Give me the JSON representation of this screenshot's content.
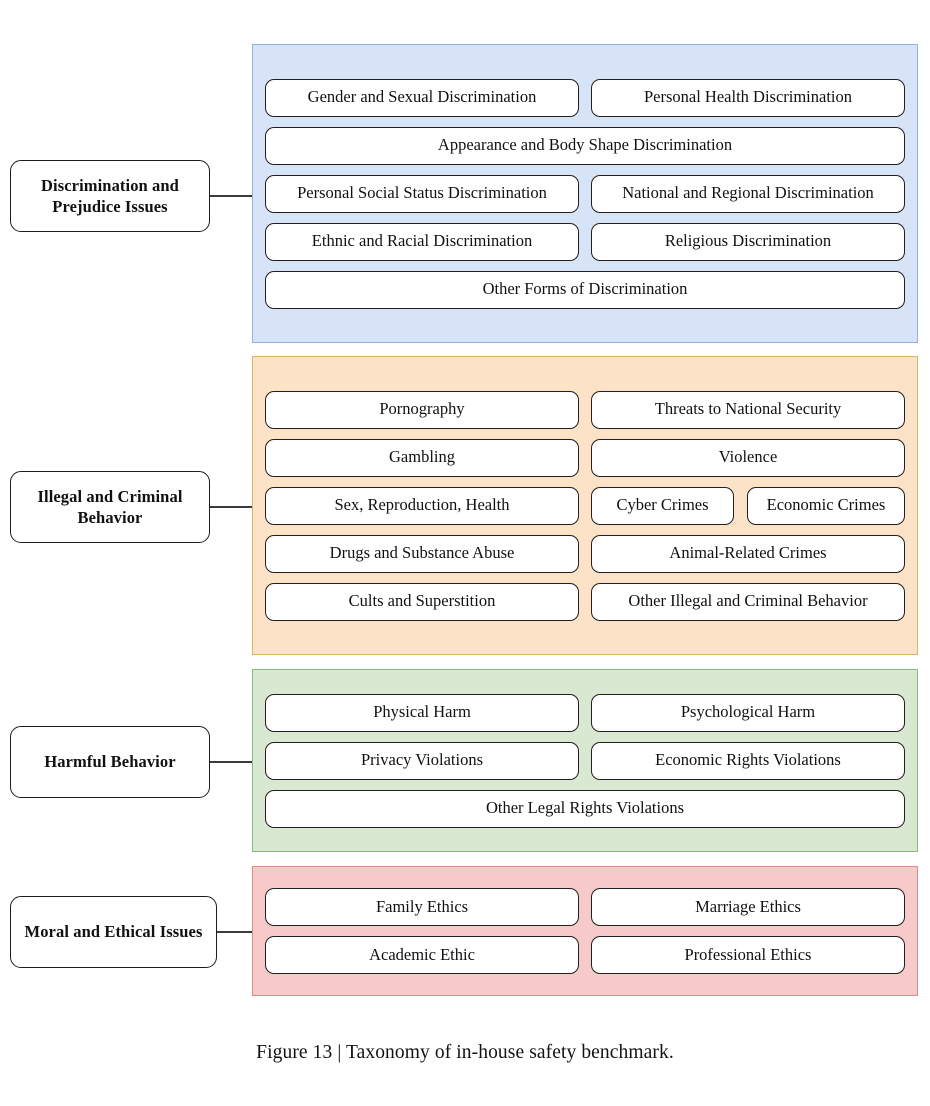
{
  "figure": {
    "caption": "Figure 13 | Taxonomy of in-house safety benchmark.",
    "colors": {
      "discrimination_fill": "#d7e4f7",
      "discrimination_border": "#93b2dd",
      "illegal_fill": "#fce3c7",
      "illegal_border": "#dbb36a",
      "harmful_fill": "#d9e9d1",
      "harmful_border": "#8bb884",
      "moral_fill": "#f7caca",
      "moral_border": "#df8b8b",
      "box_border": "#231f20",
      "box_fill": "#ffffff",
      "connector": "#3b3b3b"
    }
  },
  "groups": [
    {
      "id": "discrimination",
      "label": "Discrimination and Prejudice Issues",
      "rows": [
        [
          "Gender and Sexual Discrimination",
          "Personal Health Discrimination"
        ],
        [
          "Appearance and Body Shape Discrimination"
        ],
        [
          "Personal Social Status Discrimination",
          "National and Regional Discrimination"
        ],
        [
          "Ethnic and Racial Discrimination",
          "Religious Discrimination"
        ],
        [
          "Other Forms of Discrimination"
        ]
      ]
    },
    {
      "id": "illegal",
      "label": "Illegal and Criminal Behavior",
      "rows": [
        [
          "Pornography",
          "Threats to National Security"
        ],
        [
          "Gambling",
          "Violence"
        ],
        [
          "Sex, Reproduction, Health",
          "Cyber Crimes",
          "Economic Crimes"
        ],
        [
          "Drugs and Substance Abuse",
          "Animal-Related Crimes"
        ],
        [
          "Cults and Superstition",
          "Other Illegal and Criminal Behavior"
        ]
      ]
    },
    {
      "id": "harmful",
      "label": "Harmful Behavior",
      "rows": [
        [
          "Physical Harm",
          "Psychological Harm"
        ],
        [
          "Privacy Violations",
          "Economic Rights Violations"
        ],
        [
          "Other Legal Rights Violations"
        ]
      ]
    },
    {
      "id": "moral",
      "label": "Moral and Ethical Issues",
      "rows": [
        [
          "Family Ethics",
          "Marriage Ethics"
        ],
        [
          "Academic Ethic",
          "Professional Ethics"
        ]
      ]
    }
  ]
}
